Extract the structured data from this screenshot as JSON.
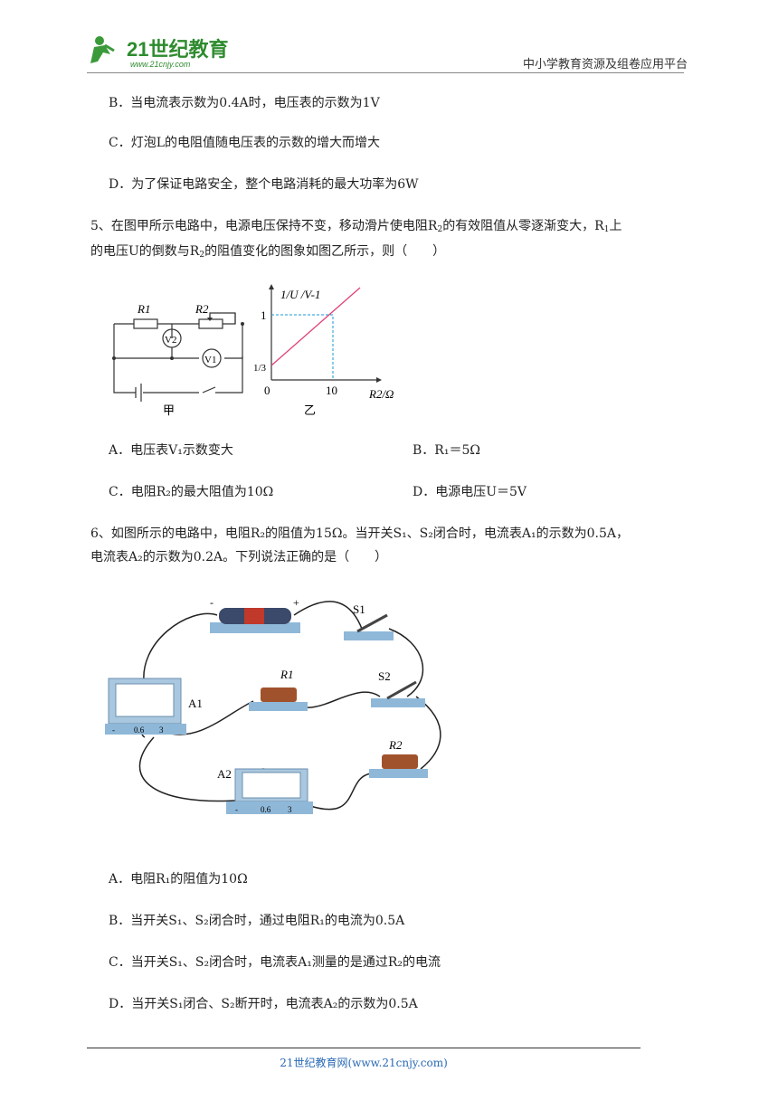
{
  "header": {
    "logo_text": "21世纪教育",
    "logo_url": "www.21cnjy.com",
    "right_text": "中小学教育资源及组卷应用平台"
  },
  "q4": {
    "B": "B．当电流表示数为0.4A时，电压表的示数为1V",
    "C": "C．灯泡L的电阻值随电压表的示数的增大而增大",
    "D": "D．为了保证电路安全，整个电路消耗的最大功率为6W"
  },
  "q5": {
    "stem_1_a": "5、在图甲所示电路中，电源电压保持不变，移动滑片使电阻R",
    "stem_1_sub": "2",
    "stem_1_b": "的有效阻值从零逐渐变大，R",
    "stem_1_sub2": "1",
    "stem_1_c": "上",
    "stem_2_a": "的电压U的倒数与R",
    "stem_2_sub": "2",
    "stem_2_b": "的阻值变化的图象如图乙所示，则（　　）",
    "fig": {
      "r1": "R1",
      "r2": "R2",
      "v1": "V1",
      "v2": "V2",
      "label_jia": "甲",
      "label_yi": "乙",
      "y_axis": "1/U /V-1",
      "x_axis": "R2/Ω",
      "tick_1": "1",
      "tick_third": "1/3",
      "tick_0": "0",
      "tick_10": "10"
    },
    "A": "A．电压表V₁示数变大",
    "B": "B．R₁＝5Ω",
    "C": "C．电阻R₂的最大阻值为10Ω",
    "D": "D．电源电压U＝5V"
  },
  "q6": {
    "stem_1": "6、如图所示的电路中，电阻R₂的阻值为15Ω。当开关S₁、S₂闭合时，电流表A₁的示数为0.5A，",
    "stem_2": "电流表A₂的示数为0.2A。下列说法正确的是（　　）",
    "fig": {
      "s1": "S1",
      "s2": "S2",
      "r1": "R1",
      "r2": "R2",
      "a1": "A1",
      "a2": "A2",
      "t_minus": "-",
      "t_06": "0.6",
      "t_3": "3",
      "plus": "+",
      "minus": "-"
    },
    "A": "A．电阻R₁的阻值为10Ω",
    "B": "B．当开关S₁、S₂闭合时，通过电阻R₁的电流为0.5A",
    "C": "C．当开关S₁、S₂闭合时，电流表A₁测量的是通过R₂的电流",
    "D": "D．当开关S₁闭合、S₂断开时，电流表A₂的示数为0.5A"
  },
  "footer": {
    "text": "21世纪教育网(www.21cnjy.com)"
  }
}
